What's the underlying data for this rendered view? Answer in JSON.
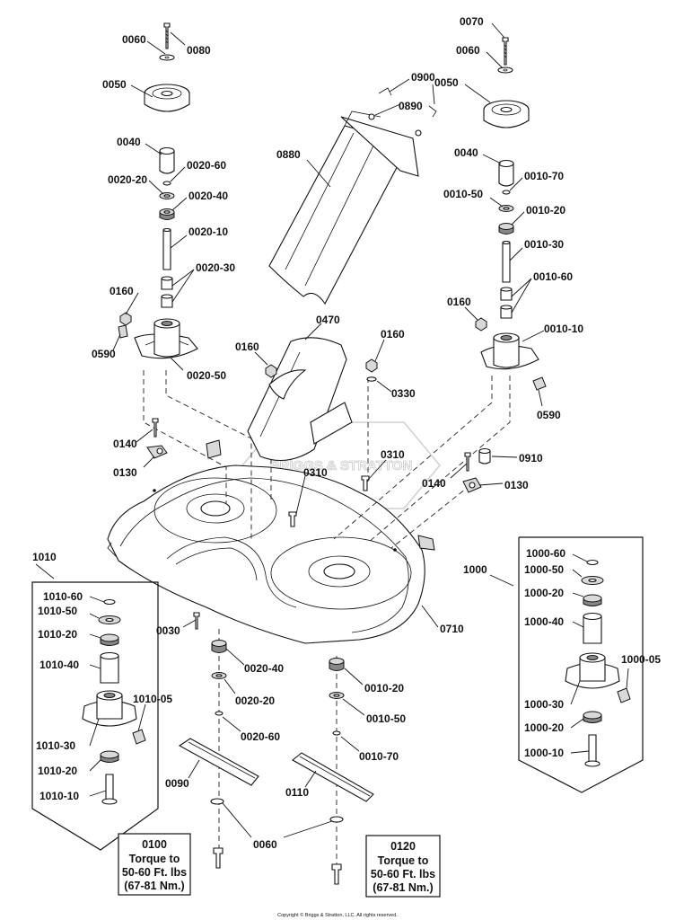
{
  "labels": {
    "l0060_tl": "0060",
    "l0080": "0080",
    "l0050_l": "0050",
    "l0040_l": "0040",
    "l0020_60_a": "0020-60",
    "l0020_20_a": "0020-20",
    "l0020_40_a": "0020-40",
    "l0020_10": "0020-10",
    "l0020_30": "0020-30",
    "l0160_l": "0160",
    "l0590_l": "0590",
    "l0020_50": "0020-50",
    "l0070": "0070",
    "l0060_tr": "0060",
    "l0050_r": "0050",
    "l0040_r": "0040",
    "l0010_70_a": "0010-70",
    "l0010_50_a": "0010-50",
    "l0010_20_a": "0010-20",
    "l0010_30": "0010-30",
    "l0010_60": "0010-60",
    "l0160_r": "0160",
    "l0010_10": "0010-10",
    "l0590_r": "0590",
    "l0900": "0900",
    "l0890": "0890",
    "l0880": "0880",
    "l0470": "0470",
    "l0160_ml": "0160",
    "l0160_mr": "0160",
    "l0330": "0330",
    "l0140_l": "0140",
    "l0130_l": "0130",
    "l0310_a": "0310",
    "l0310_b": "0310",
    "l0910": "0910",
    "l0140_r": "0140",
    "l0130_r": "0130",
    "l0030": "0030",
    "l0710": "0710",
    "l0020_40_b": "0020-40",
    "l0020_20_b": "0020-20",
    "l0020_60_b": "0020-60",
    "l0010_20_b": "0010-20",
    "l0010_50_b": "0010-50",
    "l0010_70_b": "0010-70",
    "l0090": "0090",
    "l0110": "0110",
    "l0060_b": "0060",
    "l1010": "1010",
    "l1010_60": "1010-60",
    "l1010_50": "1010-50",
    "l1010_20_a": "1010-20",
    "l1010_40": "1010-40",
    "l1010_05": "1010-05",
    "l1010_30": "1010-30",
    "l1010_20_b": "1010-20",
    "l1010_10": "1010-10",
    "l1000": "1000",
    "l1000_60": "1000-60",
    "l1000_50": "1000-50",
    "l1000_20_a": "1000-20",
    "l1000_40": "1000-40",
    "l1000_05": "1000-05",
    "l1000_30": "1000-30",
    "l1000_20_b": "1000-20",
    "l1000_10": "1000-10"
  },
  "torque_boxes": {
    "left": {
      "part": "0100",
      "line1": "Torque to",
      "line2": "50-60 Ft. lbs",
      "line3": "(67-81 Nm.)"
    },
    "right": {
      "part": "0120",
      "line1": "Torque to",
      "line2": "50-60 Ft. lbs",
      "line3": "(67-81 Nm.)"
    }
  },
  "watermark": "BRIGGS & STRATTON",
  "copyright": "Copyright © Briggs & Stratton, LLC. All rights reserved."
}
